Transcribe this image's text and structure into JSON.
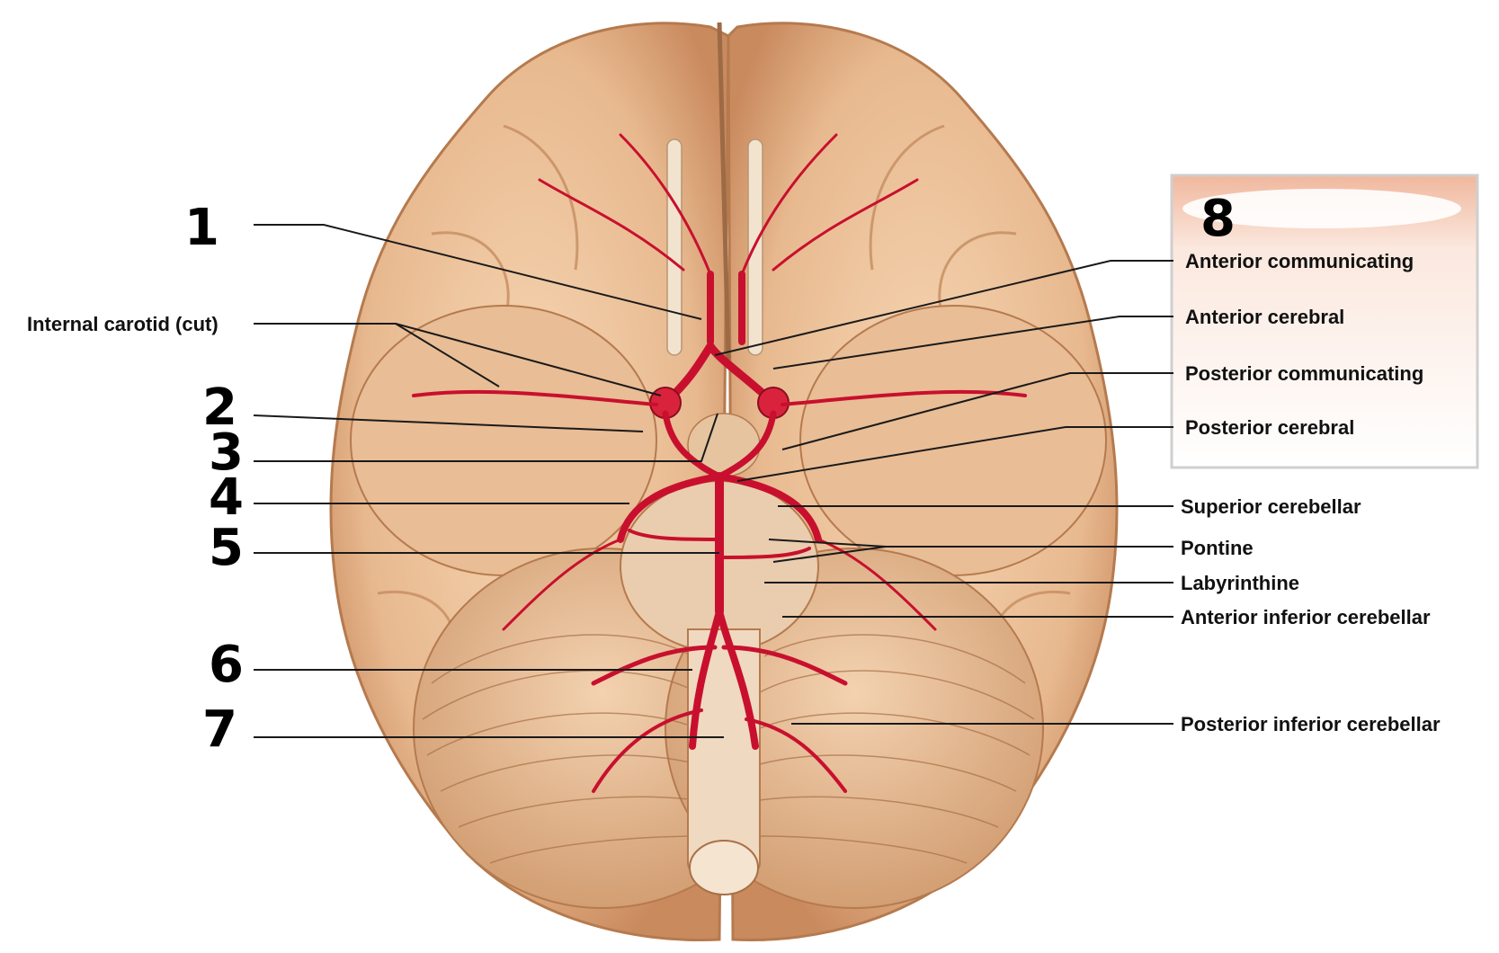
{
  "colors": {
    "brain": "#e8b98f",
    "brain_shadow": "#c98a5e",
    "artery": "#c8102e",
    "legend_border": "#cfcfcf"
  },
  "handwritten_numbers": [
    "1",
    "2",
    "3",
    "4",
    "5",
    "6",
    "7",
    "8"
  ],
  "left_labels": {
    "internal_carotid": "Internal carotid (cut)"
  },
  "right_labels": {
    "anterior_communicating": "Anterior communicating",
    "anterior_cerebral": "Anterior cerebral",
    "posterior_communicating": "Posterior communicating",
    "posterior_cerebral": "Posterior cerebral",
    "superior_cerebellar": "Superior cerebellar",
    "pontine": "Pontine",
    "labyrinthine": "Labyrinthine",
    "anterior_inferior_cerebellar": "Anterior inferior cerebellar",
    "posterior_inferior_cerebellar": "Posterior inferior cerebellar"
  }
}
